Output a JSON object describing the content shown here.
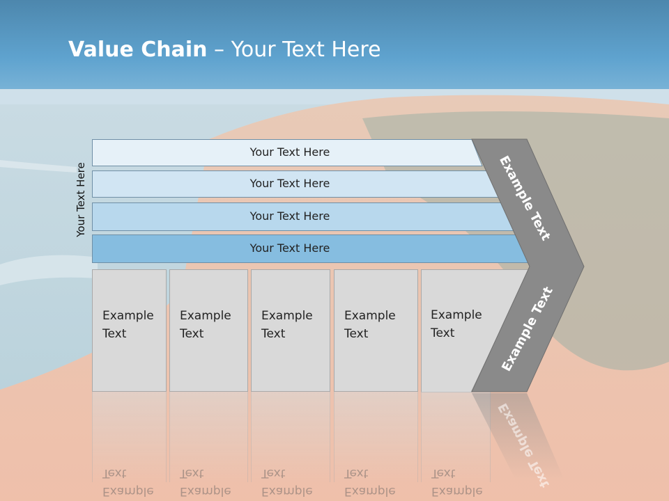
{
  "title": {
    "bold": "Value Chain",
    "rest": " – Your Text Here"
  },
  "side_label": "Your Text Here",
  "bands": [
    {
      "label": "Your Text Here",
      "fill": "#e6f1f8"
    },
    {
      "label": "Your Text Here",
      "fill": "#d1e5f3"
    },
    {
      "label": "Your Text Here",
      "fill": "#b8d8ed"
    },
    {
      "label": "Your Text Here",
      "fill": "#86bde0"
    }
  ],
  "boxes": [
    {
      "line1": "Example",
      "line2": "Text"
    },
    {
      "line1": "Example",
      "line2": "Text"
    },
    {
      "line1": "Example",
      "line2": "Text"
    },
    {
      "line1": "Example",
      "line2": "Text"
    },
    {
      "line1": "Example",
      "line2": "Text"
    }
  ],
  "chevron": {
    "top_label": "Example Text",
    "bottom_label": "Example Text",
    "color": "#8a8a8a"
  },
  "colors": {
    "band_border": "#6f8fa6",
    "box_fill": "#d9d9d9"
  }
}
